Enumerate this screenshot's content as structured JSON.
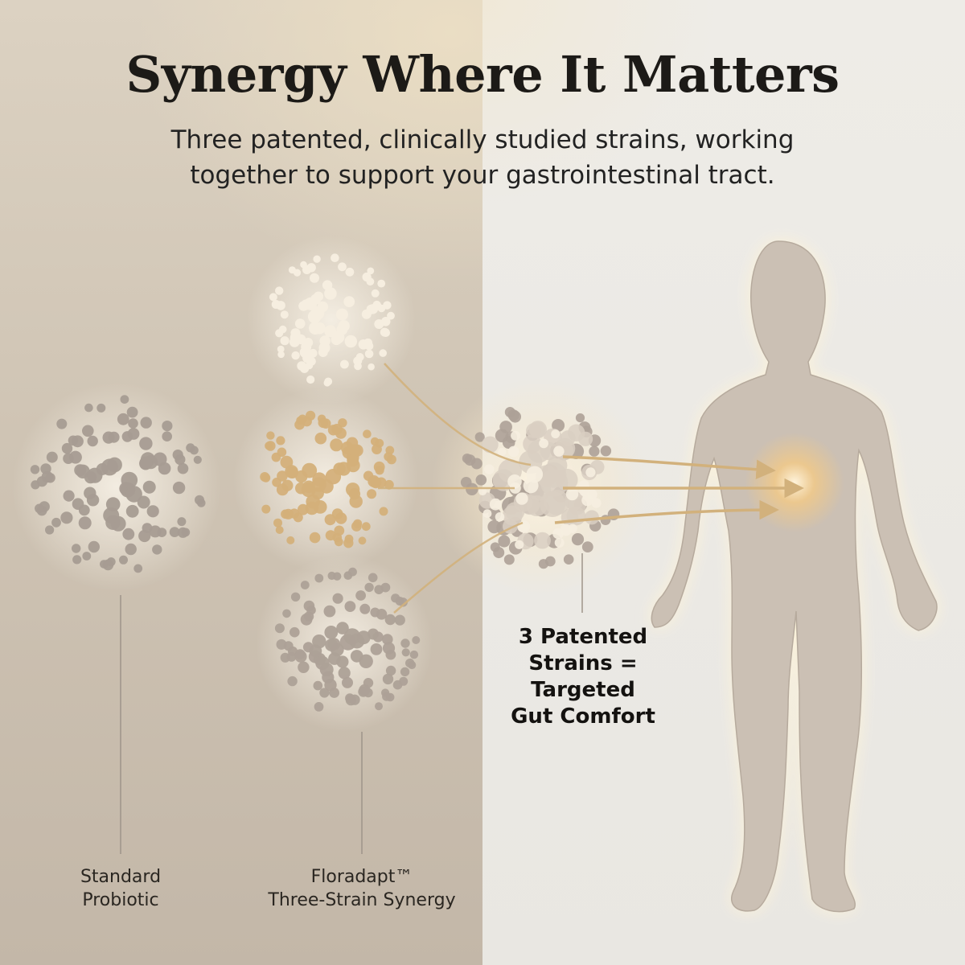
{
  "title": "Synergy Where It Matters",
  "subtitle": "Three patented, clinically studied strains, working together to support your gastrointestinal tract.",
  "labels": {
    "standard": {
      "line1": "Standard",
      "line2": "Probiotic"
    },
    "floradapt": {
      "line1": "Floradapt™",
      "line2": "Three-Strain Synergy"
    }
  },
  "callout": {
    "line1": "3 Patented",
    "line2": "Strains =",
    "line3": "Targeted",
    "line4": "Gut Comfort"
  },
  "colors": {
    "standard_dots": "#a79c92",
    "strain_top_dots": "#f6eee0",
    "strain_mid_dots": "#d4b07a",
    "strain_bottom_dots": "#ada197",
    "arrow": "#d2b17c",
    "body_silhouette": "#cbc0b4",
    "gut_glow": "#f1c988"
  },
  "icons": {
    "body": "human-body-silhouette",
    "arrow": "arrow-head"
  }
}
